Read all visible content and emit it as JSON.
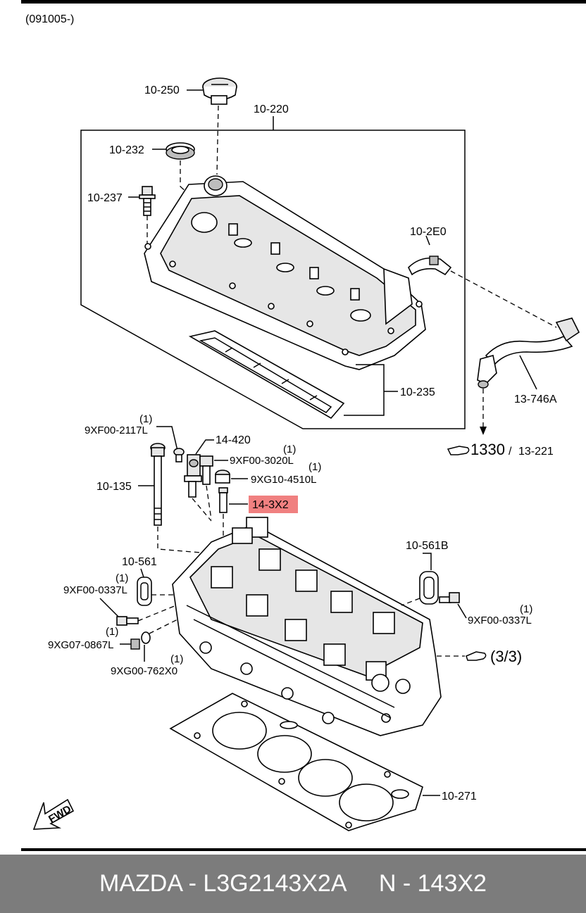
{
  "header": {
    "code": "(091005-)"
  },
  "labels": {
    "oil_cap": "10-250",
    "cover_assy": "10-220",
    "seal": "10-232",
    "bolt_cover": "10-237",
    "pcv_valve": "10-2E0",
    "cover_gasket": "10-235",
    "vent_hose": "13-746A",
    "ref_1330": "1330",
    "ref_13221": "13-221",
    "sensor": "14-420",
    "bolt_9xf00_2117": "9XF00-2117L",
    "qty_1a": "(1)",
    "bolt_9xf00_3020": "9XF00-3020L",
    "qty_1b": "(1)",
    "nut_9xg10_4510": "9XG10-4510L",
    "qty_1c": "(1)",
    "head_bolt": "10-135",
    "highlight_part": "14-3X2",
    "gasket_10561": "10-561",
    "bolt_9xf00_0337_left": "9XF00-0337L",
    "qty_1d": "(1)",
    "plug_9xg07_0867": "9XG07-0867L",
    "qty_1e": "(1)",
    "plug_9xg00_762": "9XG00-762X0",
    "qty_1f": "(1)",
    "gasket_10561b": "10-561B",
    "bolt_9xf00_0337_right": "9XF00-0337L",
    "qty_1g": "(1)",
    "ref_33": "(3/3)",
    "head_gasket": "10-271",
    "fwd": "FWD"
  },
  "colors": {
    "highlight": "#f08080",
    "footer_bg": "#7c7c7c",
    "footer_text": "#ffffff"
  },
  "footer": {
    "text": "MAZDA - L3G2143X2A     N - 143X2"
  }
}
